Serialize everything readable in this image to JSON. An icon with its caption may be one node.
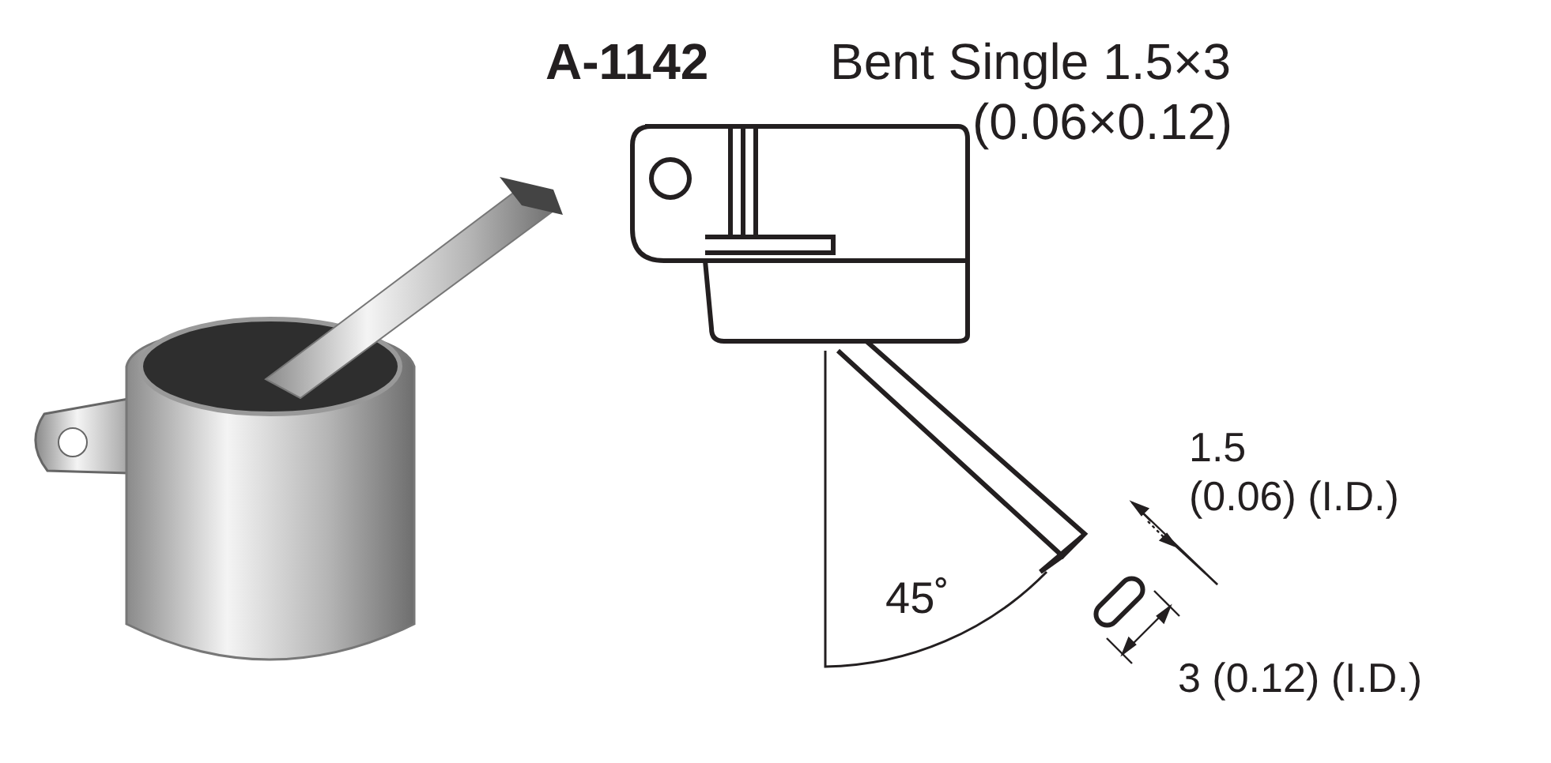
{
  "diagram": {
    "labels": [
      "A-1142",
      "Bent Single 1.5×3 (0.06×0.12)",
      "45˚",
      "1.5 (0.06) (I.D.)",
      "3 (0.12) (I.D.)"
    ]
  }
}
